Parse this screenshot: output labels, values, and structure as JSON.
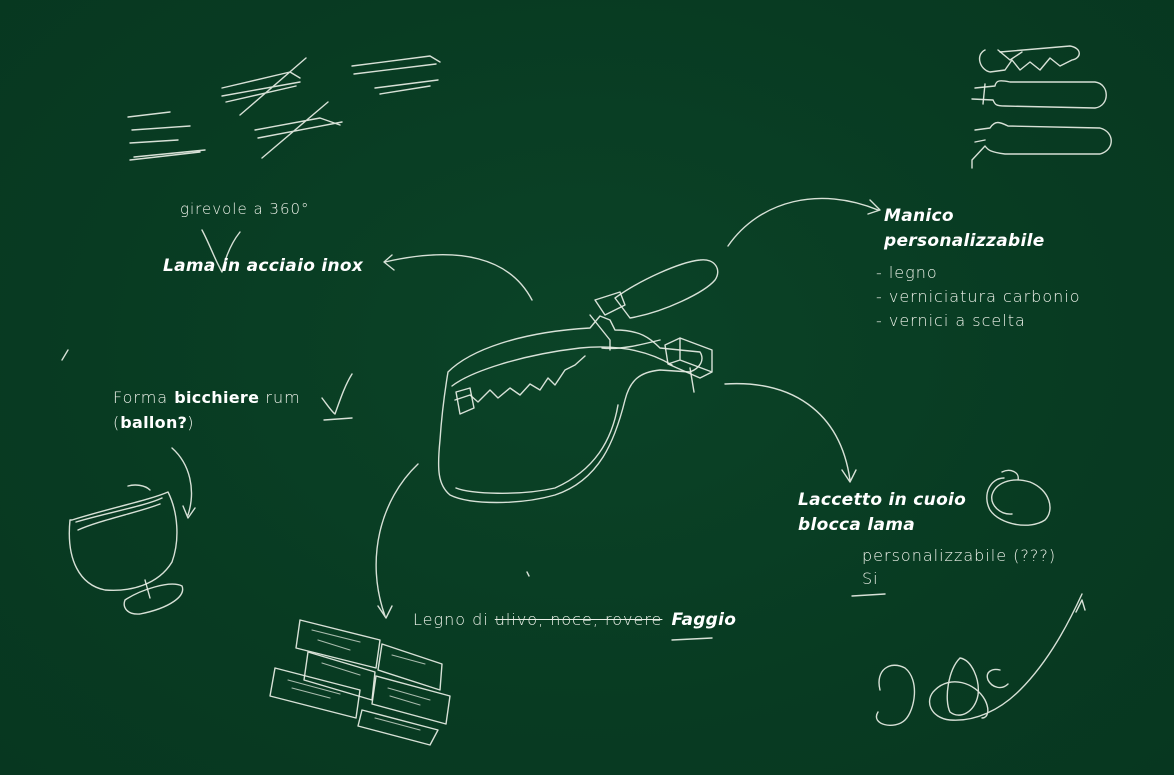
{
  "labels": {
    "girevole": "girevole a 360°",
    "lama": "Lama in acciaio inox",
    "manico_title_1": "Manico",
    "manico_title_2": "personalizzabile",
    "manico_items": [
      "-   legno",
      "-   verniciatura carbonio",
      "-   vernici a scelta"
    ],
    "forma_prefix": "Forma ",
    "forma_bold": "bicchiere",
    "forma_suffix": " rum",
    "ballon_open": "(",
    "ballon_bold": "ballon?",
    "ballon_close": ")",
    "laccetto_1": "Laccetto in cuoio",
    "laccetto_2": "blocca lama",
    "personalizzabile": "personalizzabile (???)",
    "si": "Si",
    "legno_prefix": "Legno di ",
    "legno_struck": "ulivo, noce, rovere",
    "legno_bold": "Faggio"
  },
  "colors": {
    "board": "#083b22",
    "chalk": "#e9efe6"
  }
}
